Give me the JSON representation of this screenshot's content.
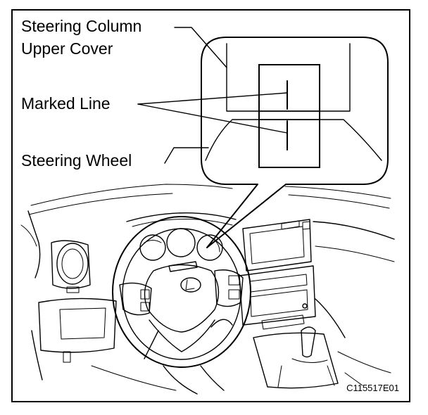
{
  "labels": {
    "steering_column_line1": "Steering Column",
    "steering_column_line2": "Upper Cover",
    "marked_line": "Marked Line",
    "steering_wheel": "Steering Wheel"
  },
  "figure_code": "C115517E01"
}
